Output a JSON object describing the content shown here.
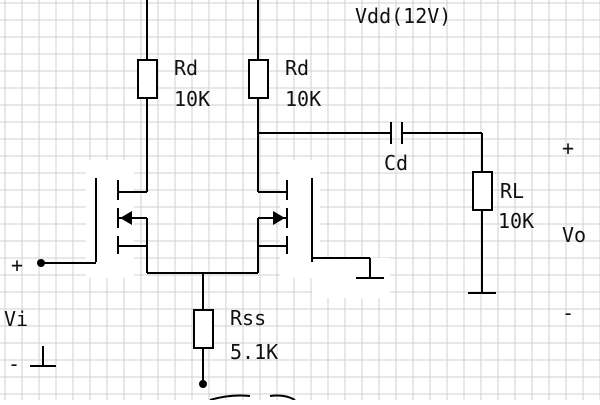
{
  "supply": {
    "label": "Vdd(12V)"
  },
  "drain_resistors": [
    {
      "name": "Rd",
      "value": "10K"
    },
    {
      "name": "Rd",
      "value": "10K"
    }
  ],
  "coupling_capacitor": {
    "name": "Cd"
  },
  "load_resistor": {
    "name": "RL",
    "value": "10K"
  },
  "source_resistor": {
    "name": "Rss",
    "value": "5.1K"
  },
  "input": {
    "label": "Vi",
    "plus": "+",
    "minus": "-"
  },
  "output": {
    "label": "Vo",
    "plus": "+",
    "minus": "-"
  }
}
